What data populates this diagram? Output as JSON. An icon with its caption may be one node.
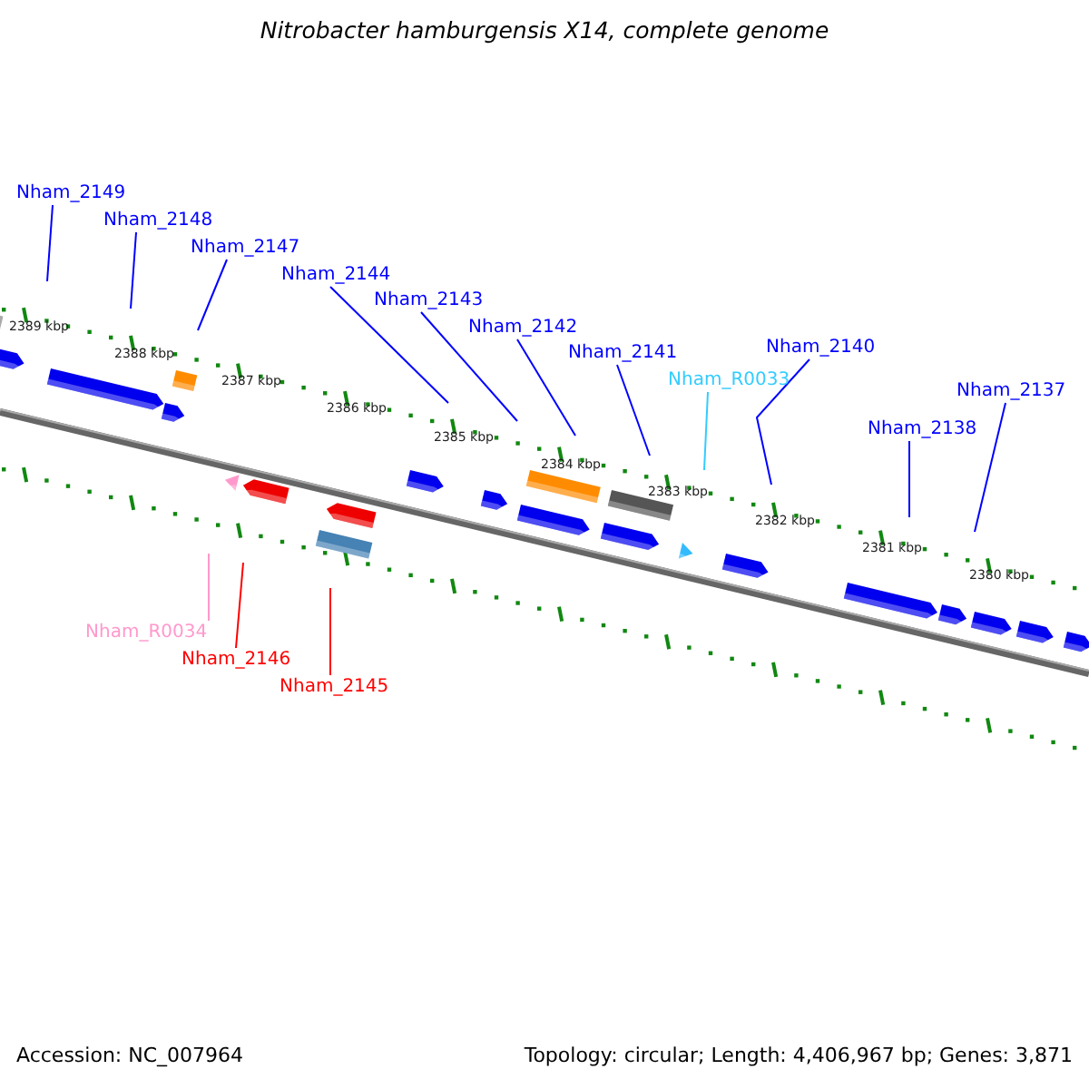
{
  "diagram": {
    "title": "Nitrobacter hamburgensis X14, complete genome",
    "nodes": [
      {
        "text": [
          "Nham_2149"
        ]
      },
      {
        "text": [
          "Nham_2148"
        ]
      },
      {
        "text": [
          "Nham_2147"
        ]
      },
      {
        "text": [
          "Nham_2144"
        ]
      },
      {
        "text": [
          "Nham_2143"
        ]
      },
      {
        "text": [
          "Nham_2142"
        ]
      },
      {
        "text": [
          "Nham_2141"
        ]
      },
      {
        "text": [
          "Nham_R0033"
        ]
      },
      {
        "text": [
          "Nham_2140"
        ]
      },
      {
        "text": [
          "Nham_2138"
        ]
      },
      {
        "text": [
          "Nham_2137"
        ]
      },
      {
        "text": [
          "Nham_R0034"
        ]
      },
      {
        "text": [
          "Nham_2146"
        ]
      },
      {
        "text": [
          "Nham_2145"
        ]
      }
    ],
    "edges": [
      {
        "from": 0,
        "to": null,
        "arrow": "none"
      },
      {
        "from": 1,
        "to": null,
        "arrow": "none"
      },
      {
        "from": 2,
        "to": null,
        "arrow": "none"
      },
      {
        "from": 3,
        "to": null,
        "arrow": "none"
      },
      {
        "from": 4,
        "to": null,
        "arrow": "none"
      },
      {
        "from": 5,
        "to": null,
        "arrow": "none"
      },
      {
        "from": 6,
        "to": null,
        "arrow": "none"
      },
      {
        "from": 7,
        "to": null,
        "arrow": "none",
        "color": "#33ccff"
      },
      {
        "from": 8,
        "to": null,
        "arrow": "none"
      },
      {
        "from": 9,
        "to": null,
        "arrow": "none"
      },
      {
        "from": 10,
        "to": null,
        "arrow": "none"
      },
      {
        "from": 11,
        "to": null,
        "arrow": "none",
        "color": "#ff99cc"
      },
      {
        "from": 12,
        "to": null,
        "arrow": "none",
        "color": "#ff0000"
      },
      {
        "from": 13,
        "to": null,
        "arrow": "none",
        "color": "#ff0000"
      }
    ],
    "labels": [
      "2389 kbp",
      "2388 kbp",
      "2387 kbp",
      "2386 kbp",
      "2385 kbp",
      "2384 kbp",
      "2383 kbp",
      "2382 kbp",
      "2381 kbp",
      "2380 kbp",
      "Accession: NC_007964",
      "Topology: circular; Length: 4,406,967 bp; Genes: 3,871"
    ]
  }
}
